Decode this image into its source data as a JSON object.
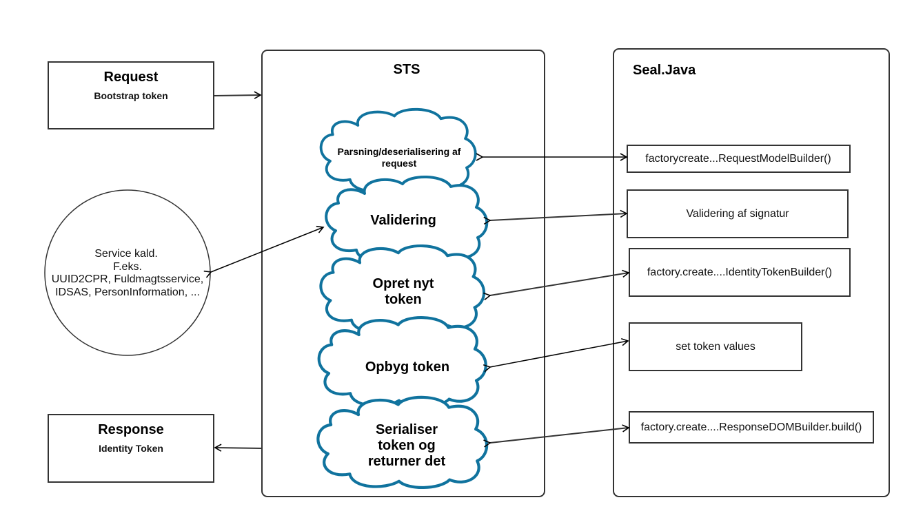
{
  "diagram": {
    "request": {
      "title": "Request",
      "subtitle": "Bootstrap token"
    },
    "response": {
      "title": "Response",
      "subtitle": "Identity Token"
    },
    "service": {
      "lines": [
        "Service kald.",
        "F.eks.",
        "UUID2CPR, Fuldmagtsservice,",
        "IDSAS, PersonInformation, ..."
      ]
    },
    "sts": {
      "title": "STS",
      "steps": [
        {
          "lines": [
            "Parsning/deserialisering af",
            "request"
          ]
        },
        {
          "lines": [
            "Validering"
          ]
        },
        {
          "lines": [
            "Opret nyt",
            "token"
          ]
        },
        {
          "lines": [
            "Opbyg token"
          ]
        },
        {
          "lines": [
            "Serialiser",
            "token og",
            "returner det"
          ]
        }
      ]
    },
    "seal": {
      "title": "Seal.Java",
      "methods": [
        "factorycreate...RequestModelBuilder()",
        "Validering af signatur",
        "factory.create....IdentityTokenBuilder()",
        "set token values",
        "factory.create....ResponseDOMBuilder.build()"
      ]
    },
    "colors": {
      "cloud_stroke": "#10739e",
      "box_stroke": "#333333"
    }
  }
}
